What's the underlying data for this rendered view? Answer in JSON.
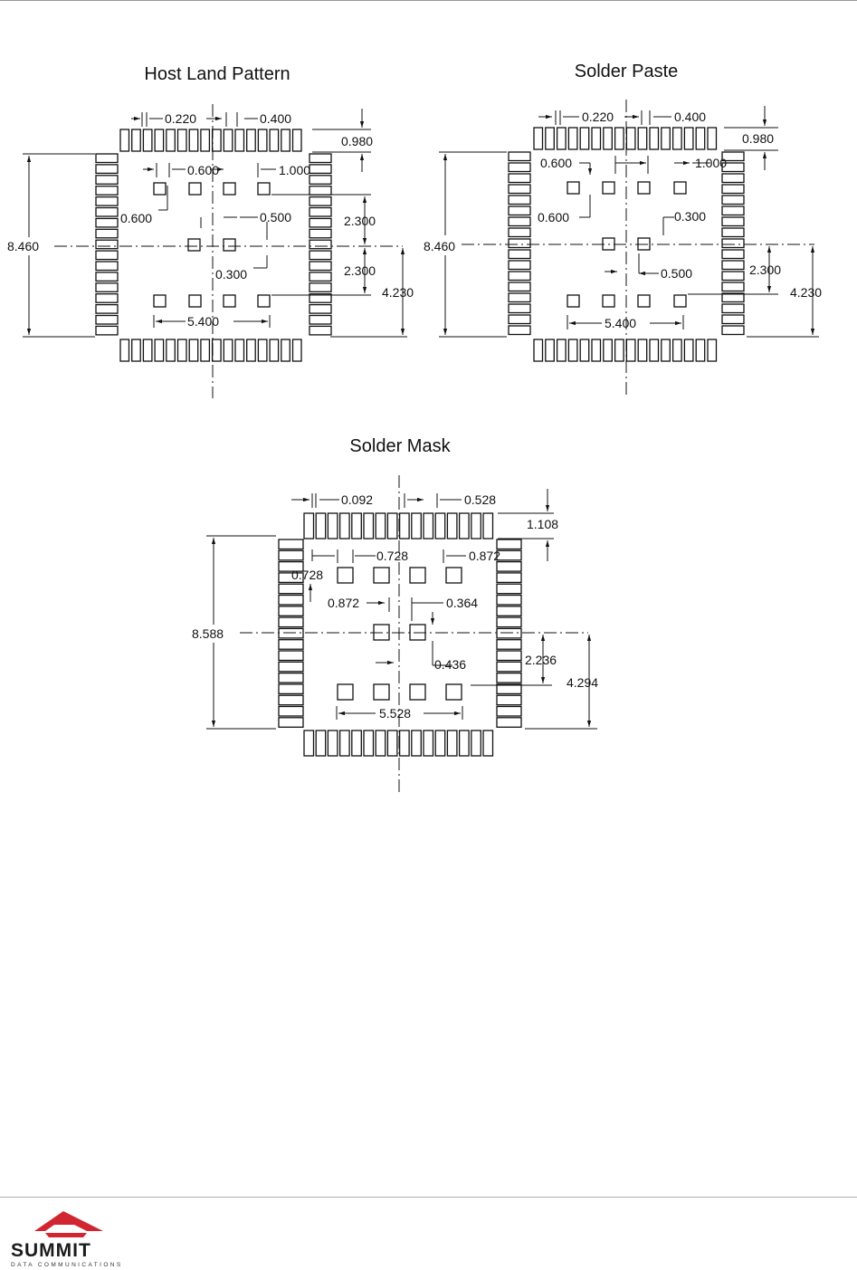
{
  "drawings": {
    "host_land_pattern": {
      "title": "Host Land Pattern",
      "dims": {
        "pad_gap": "0.220",
        "pad_pitch": "0.400",
        "pad_length": "0.980",
        "thermal_pad_size": "0.600",
        "thermal_pad_pitch": "1.000",
        "thermal_offset": "0.600",
        "center_gap": "0.500",
        "row_pitch_upper": "2.300",
        "center_pad_size": "0.300",
        "row_pitch_lower": "2.300",
        "half_height": "4.230",
        "thermal_span": "5.400",
        "overall_height": "8.460"
      }
    },
    "solder_paste": {
      "title": "Solder Paste",
      "dims": {
        "pad_gap": "0.220",
        "pad_pitch": "0.400",
        "pad_length": "0.980",
        "aperture_size": "0.600",
        "aperture_pitch": "1.000",
        "aperture_offset": "0.600",
        "center_aperture": "0.300",
        "center_gap": "0.500",
        "row_pitch": "2.300",
        "half_height": "4.230",
        "thermal_span": "5.400",
        "overall_height": "8.460"
      }
    },
    "solder_mask": {
      "title": "Solder Mask",
      "dims": {
        "pad_gap": "0.092",
        "pad_pitch": "0.528",
        "pad_length": "1.108",
        "opening_size": "0.728",
        "opening_pitch": "0.872",
        "opening_offset": "0.728",
        "center_offset": "0.872",
        "center_opening": "0.364",
        "center_gap": "0.436",
        "row_pitch": "2.236",
        "half_height": "4.294",
        "thermal_span": "5.528",
        "overall_height": "8.588"
      }
    }
  },
  "footer": {
    "logo_text": "SUMMIT",
    "logo_subtext": "DATA COMMUNICATIONS",
    "logo_color": "#d12631"
  }
}
